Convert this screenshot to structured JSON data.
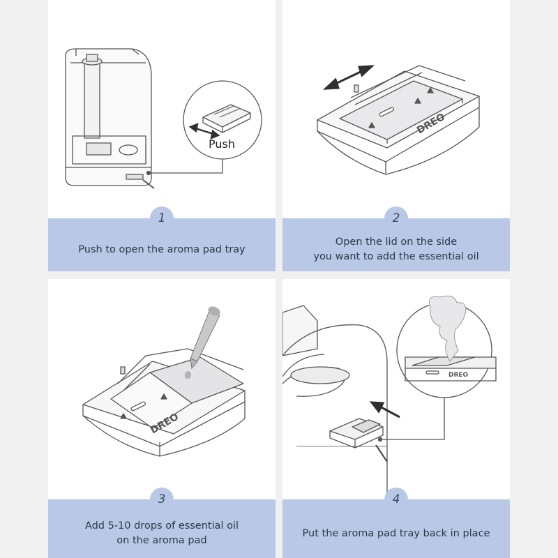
{
  "steps": [
    {
      "number": "1",
      "lines": [
        "Push to open the aroma pad tray"
      ],
      "callout": "Push"
    },
    {
      "number": "2",
      "lines": [
        "Open the lid on the side",
        "you want to add the essential oil"
      ],
      "brand": "DREO"
    },
    {
      "number": "3",
      "lines": [
        "Add 5-10 drops of essential oil",
        "on the aroma pad"
      ],
      "brand": "DREO"
    },
    {
      "number": "4",
      "lines": [
        "Put the aroma pad tray back in place"
      ],
      "brand": "DREO"
    }
  ],
  "colors": {
    "background": "#f0f0f1",
    "panel": "#ffffff",
    "caption_band": "#b8c8e6",
    "line_art": "#555555",
    "arrow": "#2f2f2f"
  }
}
